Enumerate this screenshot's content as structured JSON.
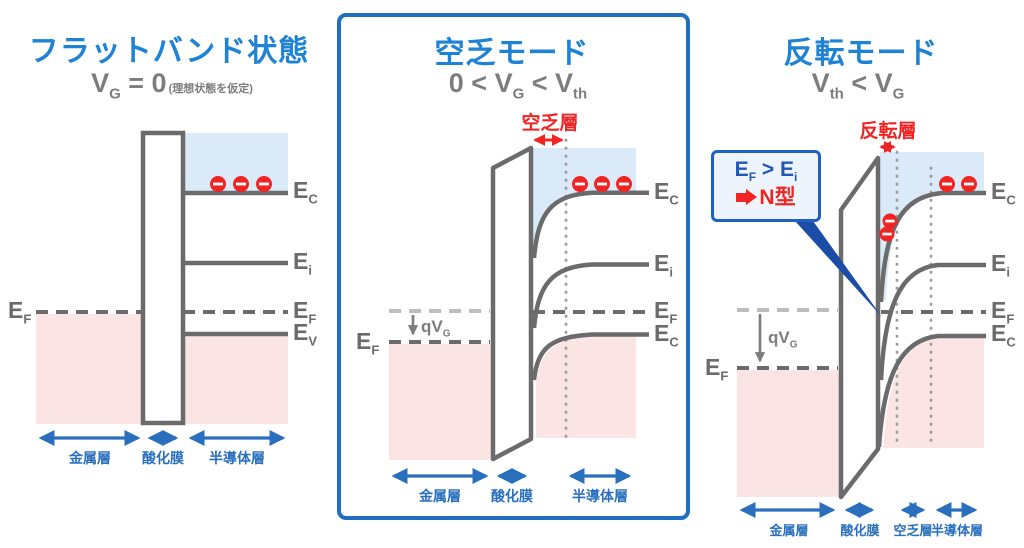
{
  "colors": {
    "title_blue": "#1e82d5",
    "arrow_blue": "#2a6fbe",
    "box_border_blue": "#1f6fc0",
    "callout_border_blue": "#2060c4",
    "callout_pointer_blue": "#1c4da6",
    "red": "#f12424",
    "band_gray": "#6b6b6b",
    "text_gray": "#7d7d7d",
    "light_gray_dash": "#bdbdbd",
    "pink_fill": "#fbe4e4",
    "light_blue_fill": "#daeaf8"
  },
  "panel1": {
    "title": "フラットバンド状態",
    "formula": {
      "v": "V",
      "sub": "G",
      "eq": " = 0",
      "note": "(理想状態を仮定)"
    },
    "ef_left": {
      "sym": "E",
      "sub": "F"
    },
    "bands": [
      {
        "sym": "E",
        "sub": "C"
      },
      {
        "sym": "E",
        "sub": "i"
      },
      {
        "sym": "E",
        "sub": "F"
      },
      {
        "sym": "E",
        "sub": "V"
      }
    ],
    "layers": [
      "金属層",
      "酸化膜",
      "半導体層"
    ]
  },
  "panel2": {
    "title": "空乏モード",
    "formula": {
      "p0": "0 < ",
      "v1": "V",
      "s1": "G",
      "mid": " < ",
      "v2": "V",
      "s2": "th"
    },
    "depletion_label": "空乏層",
    "qvg": {
      "t": "qV",
      "sub": "G"
    },
    "ef_left": {
      "sym": "E",
      "sub": "F"
    },
    "bands": [
      {
        "sym": "E",
        "sub": "C"
      },
      {
        "sym": "E",
        "sub": "i"
      },
      {
        "sym": "E",
        "sub": "F"
      },
      {
        "sym": "E",
        "sub": "C"
      }
    ],
    "layers": [
      "金属層",
      "酸化膜",
      "半導体層"
    ]
  },
  "panel3": {
    "title": "反転モード",
    "formula": {
      "v1": "V",
      "s1": "th",
      "mid": " < ",
      "v2": "V",
      "s2": "G"
    },
    "inversion_label": "反転層",
    "callout": {
      "e1": "E",
      "s1": "F",
      "op": " > ",
      "e2": "E",
      "s2": "i",
      "label": "N型"
    },
    "qvg": {
      "t": "qV",
      "sub": "G"
    },
    "ef_left": {
      "sym": "E",
      "sub": "F"
    },
    "bands": [
      {
        "sym": "E",
        "sub": "C"
      },
      {
        "sym": "E",
        "sub": "i"
      },
      {
        "sym": "E",
        "sub": "F"
      },
      {
        "sym": "E",
        "sub": "C"
      }
    ],
    "layers": [
      "金属層",
      "酸化膜",
      "空乏層",
      "半導体層"
    ]
  }
}
